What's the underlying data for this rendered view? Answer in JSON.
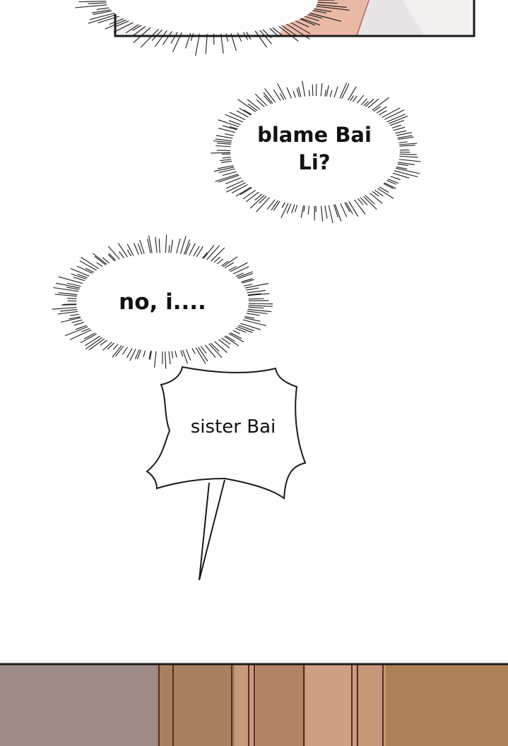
{
  "bubbles": {
    "blame": "blame Bai Li?",
    "no": "no, i....",
    "sister": "sister Bai"
  },
  "colors": {
    "panel_border": "#1a1a1a",
    "skin": "#e9b9a8",
    "wall_grey": "#9c8b86",
    "wood_mid": "#a77d5e",
    "wood_light": "#c9977a",
    "wood_dark": "#5a2a20"
  }
}
